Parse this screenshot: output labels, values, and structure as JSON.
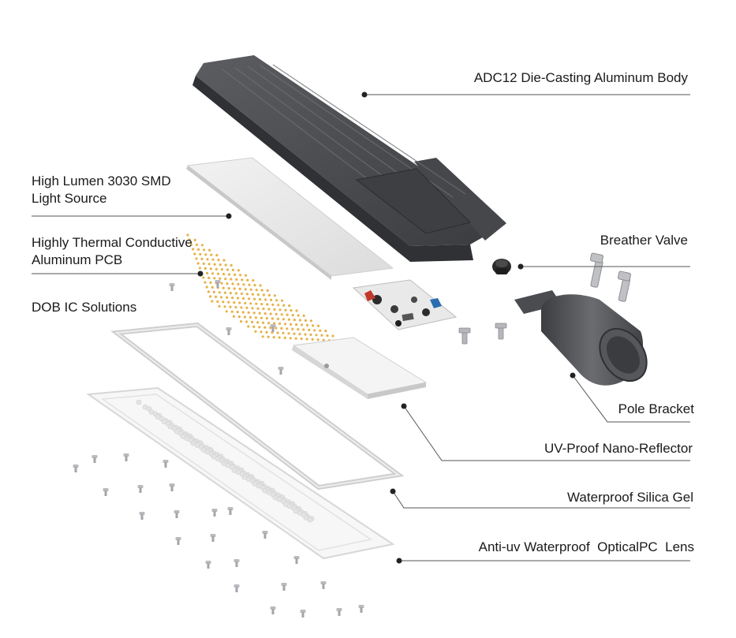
{
  "labels": {
    "body": "ADC12 Die-Casting Aluminum Body",
    "light_source_line1": "High Lumen 3030 SMD",
    "light_source_line2": "Light Source",
    "pcb_line1": "Highly Thermal Conductive",
    "pcb_line2": "Aluminum PCB",
    "dob": "DOB IC Solutions",
    "breather_valve": "Breather Valve",
    "pole_bracket": "Pole Bracket",
    "reflector": "UV-Proof Nano-Reflector",
    "silica_gel": "Waterproof Silica Gel",
    "lens": "Anti-uv Waterproof  OpticalPC  Lens"
  },
  "colors": {
    "housing": "#4a4c4f",
    "housing_dark": "#33353a",
    "led": "#e6b24a",
    "leader": "#444444",
    "board": "#d8d8d8"
  }
}
